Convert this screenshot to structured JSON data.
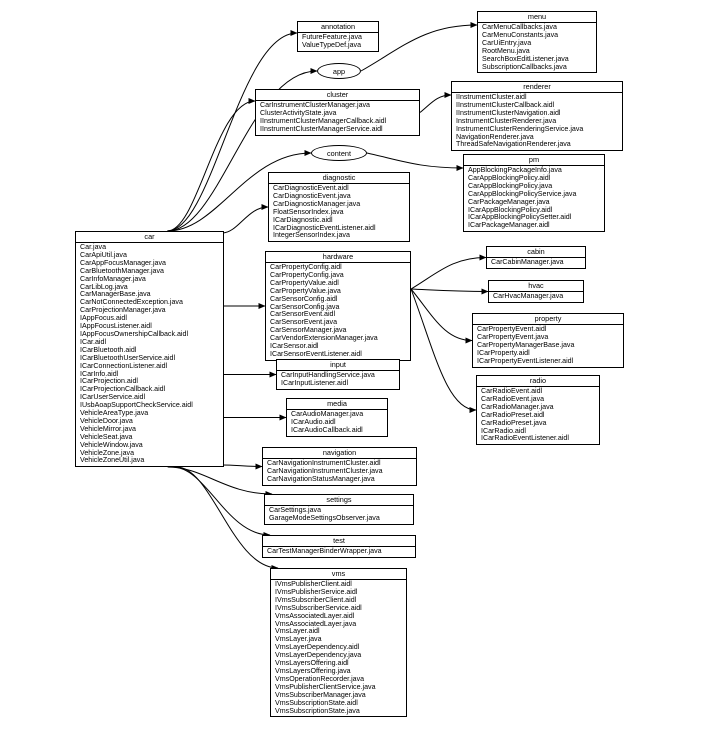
{
  "nodes": {
    "annotation": {
      "title": "annotation",
      "items": [
        "FutureFeature.java",
        "ValueTypeDef.java"
      ]
    },
    "menu": {
      "title": "menu",
      "items": [
        "CarMenuCallbacks.java",
        "CarMenuConstants.java",
        "CarUiEntry.java",
        "RootMenu.java",
        "SearchBoxEditListener.java",
        "SubscriptionCallbacks.java"
      ]
    },
    "app": {
      "title": "app"
    },
    "cluster": {
      "title": "cluster",
      "items": [
        "CarInstrumentClusterManager.java",
        "ClusterActivityState.java",
        "IInstrumentClusterManagerCallback.aidl",
        "IInstrumentClusterManagerService.aidl"
      ]
    },
    "renderer": {
      "title": "renderer",
      "items": [
        "IInstrumentCluster.aidl",
        "IInstrumentClusterCallback.aidl",
        "IInstrumentClusterNavigation.aidl",
        "InstrumentClusterRenderer.java",
        "InstrumentClusterRenderingService.java",
        "NavigationRenderer.java",
        "ThreadSafeNavigationRenderer.java"
      ]
    },
    "content": {
      "title": "content"
    },
    "pm": {
      "title": "pm",
      "items": [
        "AppBlockingPackageInfo.java",
        "CarAppBlockingPolicy.aidl",
        "CarAppBlockingPolicy.java",
        "CarAppBlockingPolicyService.java",
        "CarPackageManager.java",
        "ICarAppBlockingPolicy.aidl",
        "ICarAppBlockingPolicySetter.aidl",
        "ICarPackageManager.aidl"
      ]
    },
    "diagnostic": {
      "title": "diagnostic",
      "items": [
        "CarDiagnosticEvent.aidl",
        "CarDiagnosticEvent.java",
        "CarDiagnosticManager.java",
        "FloatSensorIndex.java",
        "ICarDiagnostic.aidl",
        "ICarDiagnosticEventListener.aidl",
        "IntegerSensorIndex.java"
      ]
    },
    "car": {
      "title": "car",
      "items": [
        "Car.java",
        "CarApiUtil.java",
        "CarAppFocusManager.java",
        "CarBluetoothManager.java",
        "CarInfoManager.java",
        "CarLibLog.java",
        "CarManagerBase.java",
        "CarNotConnectedException.java",
        "CarProjectionManager.java",
        "IAppFocus.aidl",
        "IAppFocusListener.aidl",
        "IAppFocusOwnershipCallback.aidl",
        "ICar.aidl",
        "ICarBluetooth.aidl",
        "ICarBluetoothUserService.aidl",
        "ICarConnectionListener.aidl",
        "ICarInfo.aidl",
        "ICarProjection.aidl",
        "ICarProjectionCallback.aidl",
        "ICarUserService.aidl",
        "IUsbAoapSupportCheckService.aidl",
        "VehicleAreaType.java",
        "VehicleDoor.java",
        "VehicleMirror.java",
        "VehicleSeat.java",
        "VehicleWindow.java",
        "VehicleZone.java",
        "VehicleZoneUtil.java"
      ]
    },
    "hardware": {
      "title": "hardware",
      "items": [
        "CarPropertyConfig.aidl",
        "CarPropertyConfig.java",
        "CarPropertyValue.aidl",
        "CarPropertyValue.java",
        "CarSensorConfig.aidl",
        "CarSensorConfig.java",
        "CarSensorEvent.aidl",
        "CarSensorEvent.java",
        "CarSensorManager.java",
        "CarVendorExtensionManager.java",
        "ICarSensor.aidl",
        "ICarSensorEventListener.aidl"
      ]
    },
    "cabin": {
      "title": "cabin",
      "items": [
        "CarCabinManager.java"
      ]
    },
    "hvac": {
      "title": "hvac",
      "items": [
        "CarHvacManager.java"
      ]
    },
    "property": {
      "title": "property",
      "items": [
        "CarPropertyEvent.aidl",
        "CarPropertyEvent.java",
        "CarPropertyManagerBase.java",
        "ICarProperty.aidl",
        "ICarPropertyEventListener.aidl"
      ]
    },
    "radio": {
      "title": "radio",
      "items": [
        "CarRadioEvent.aidl",
        "CarRadioEvent.java",
        "CarRadioManager.java",
        "CarRadioPreset.aidl",
        "CarRadioPreset.java",
        "ICarRadio.aidl",
        "ICarRadioEventListener.aidl"
      ]
    },
    "input": {
      "title": "input",
      "items": [
        "CarInputHandlingService.java",
        "ICarInputListener.aidl"
      ]
    },
    "media": {
      "title": "media",
      "items": [
        "CarAudioManager.java",
        "ICarAudio.aidl",
        "ICarAudioCallback.aidl"
      ]
    },
    "navigation": {
      "title": "navigation",
      "items": [
        "CarNavigationInstrumentCluster.aidl",
        "CarNavigationInstrumentCluster.java",
        "CarNavigationStatusManager.java"
      ]
    },
    "settings": {
      "title": "settings",
      "items": [
        "CarSettings.java",
        "GarageModeSettingsObserver.java"
      ]
    },
    "test": {
      "title": "test",
      "items": [
        "CarTestManagerBinderWrapper.java"
      ]
    },
    "vms": {
      "title": "vms",
      "items": [
        "IVmsPublisherClient.aidl",
        "IVmsPublisherService.aidl",
        "IVmsSubscriberClient.aidl",
        "IVmsSubscriberService.aidl",
        "VmsAssociatedLayer.aidl",
        "VmsAssociatedLayer.java",
        "VmsLayer.aidl",
        "VmsLayer.java",
        "VmsLayerDependency.aidl",
        "VmsLayerDependency.java",
        "VmsLayersOffering.aidl",
        "VmsLayersOffering.java",
        "VmsOperationRecorder.java",
        "VmsPublisherClientService.java",
        "VmsSubscriberManager.java",
        "VmsSubscriptionState.aidl",
        "VmsSubscriptionState.java"
      ]
    }
  },
  "edges": [
    [
      "car",
      "annotation"
    ],
    [
      "car",
      "app"
    ],
    [
      "car",
      "cluster"
    ],
    [
      "car",
      "content"
    ],
    [
      "car",
      "diagnostic"
    ],
    [
      "car",
      "hardware"
    ],
    [
      "car",
      "input"
    ],
    [
      "car",
      "media"
    ],
    [
      "car",
      "navigation"
    ],
    [
      "car",
      "settings"
    ],
    [
      "car",
      "test"
    ],
    [
      "car",
      "vms"
    ],
    [
      "app",
      "menu"
    ],
    [
      "cluster",
      "renderer"
    ],
    [
      "content",
      "pm"
    ],
    [
      "hardware",
      "cabin"
    ],
    [
      "hardware",
      "hvac"
    ],
    [
      "hardware",
      "property"
    ],
    [
      "hardware",
      "radio"
    ]
  ]
}
